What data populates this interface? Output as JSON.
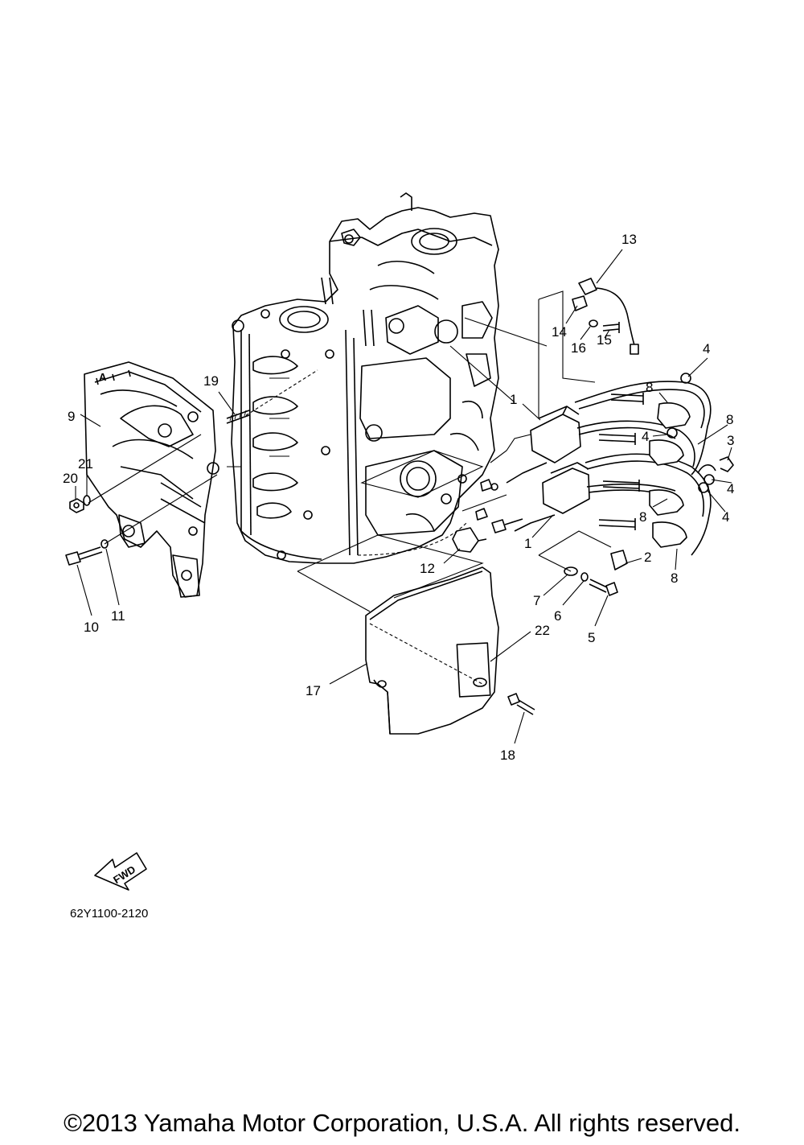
{
  "diagram_code": "62Y1100-2120",
  "direction_indicator": "FWD",
  "copyright": "©2013 Yamaha Motor Corporation, U.S.A. All rights reserved.",
  "callouts": {
    "c1a": "1",
    "c1b": "1",
    "c2": "2",
    "c3": "3",
    "c4a": "4",
    "c4b": "4",
    "c4c": "4",
    "c4d": "4",
    "c5": "5",
    "c6": "6",
    "c7": "7",
    "c8a": "8",
    "c8b": "8",
    "c8c": "8",
    "c8d": "8",
    "c9": "9",
    "c10": "10",
    "c11": "11",
    "c12": "12",
    "c13": "13",
    "c14": "14",
    "c15": "15",
    "c16": "16",
    "c17": "17",
    "c18": "18",
    "c19": "19",
    "c20": "20",
    "c21": "21",
    "c22": "22"
  }
}
